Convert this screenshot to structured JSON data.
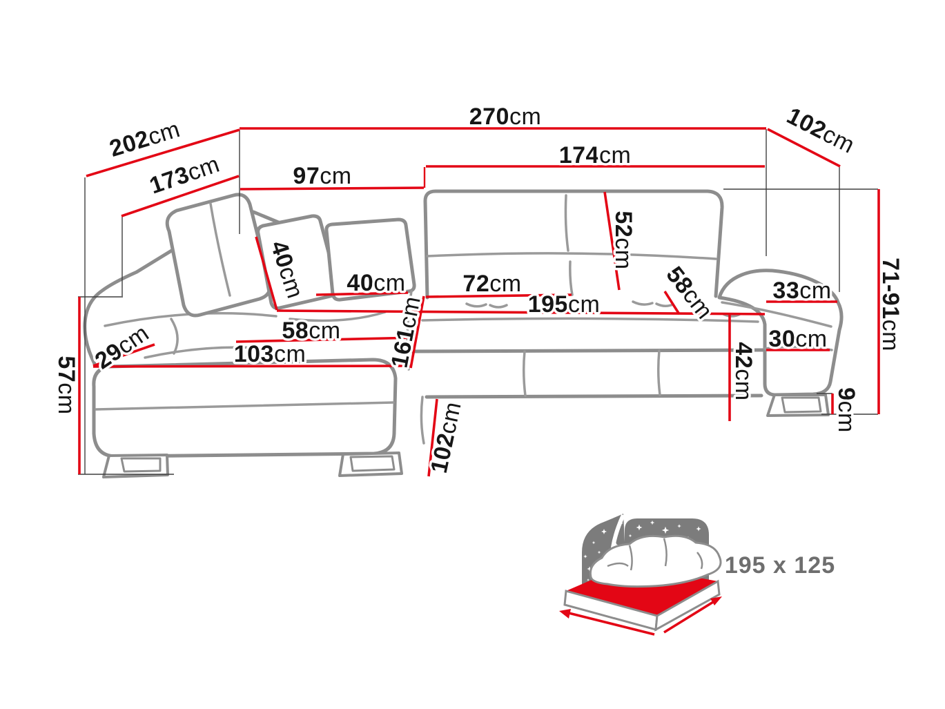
{
  "colors": {
    "dimension_red": "#e30615",
    "sofa_outline_gray": "#8d8d8d",
    "guide_line_gray": "#3e3e3e",
    "label_black": "#161616",
    "bed_icon_gray": "#7c7c7c",
    "bed_text_gray": "#6e6e6e",
    "background": "#ffffff"
  },
  "dims": {
    "d270": {
      "value": "270",
      "unit": "cm"
    },
    "d202": {
      "value": "202",
      "unit": "cm"
    },
    "d173": {
      "value": "173",
      "unit": "cm"
    },
    "d97": {
      "value": "97",
      "unit": "cm"
    },
    "d174": {
      "value": "174",
      "unit": "cm"
    },
    "d102_top": {
      "value": "102",
      "unit": "cm"
    },
    "d52": {
      "value": "52",
      "unit": "cm"
    },
    "d40_left": {
      "value": "40",
      "unit": "cm"
    },
    "d40_right": {
      "value": "40",
      "unit": "cm"
    },
    "d72": {
      "value": "72",
      "unit": "cm"
    },
    "d195": {
      "value": "195",
      "unit": "cm"
    },
    "d58_back": {
      "value": "58",
      "unit": "cm"
    },
    "d58_seat": {
      "value": "58",
      "unit": "cm"
    },
    "d103": {
      "value": "103",
      "unit": "cm"
    },
    "d161": {
      "value": "161",
      "unit": "cm"
    },
    "d29": {
      "value": "29",
      "unit": "cm"
    },
    "d57": {
      "value": "57",
      "unit": "cm"
    },
    "d42": {
      "value": "42",
      "unit": "cm"
    },
    "d33": {
      "value": "33",
      "unit": "cm"
    },
    "d30": {
      "value": "30",
      "unit": "cm"
    },
    "d71_91": {
      "value": "71-91",
      "unit": "cm"
    },
    "d9": {
      "value": "9",
      "unit": "cm"
    },
    "d102_chaise": {
      "value": "102",
      "unit": "cm"
    }
  },
  "bed": {
    "sleeping_area": "195 x 125"
  }
}
